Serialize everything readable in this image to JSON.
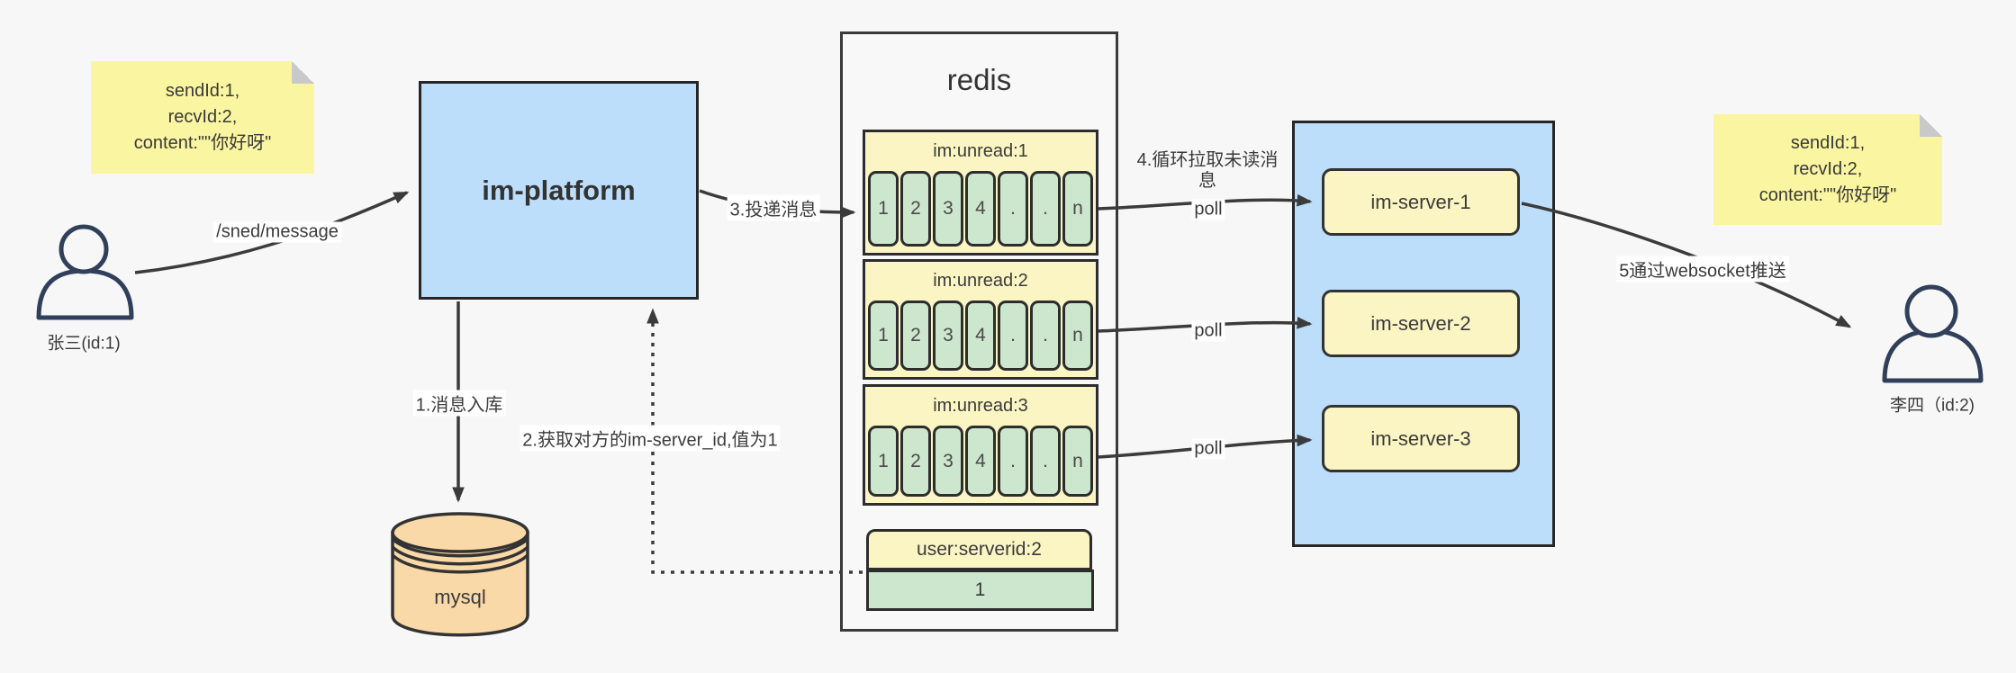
{
  "diagram": {
    "notes": {
      "left": {
        "lines": [
          "sendId:1,",
          "recvId:2,",
          "content:\"\"你好呀\""
        ]
      },
      "right": {
        "lines": [
          "sendId:1,",
          "recvId:2,",
          "content:\"\"你好呀\""
        ]
      }
    },
    "actors": {
      "sender": {
        "label": "张三(id:1)"
      },
      "receiver": {
        "label": "李四（id:2)"
      }
    },
    "platform": {
      "label": "im-platform"
    },
    "mysql": {
      "label": "mysql"
    },
    "redis": {
      "title": "redis",
      "queues": [
        {
          "header": "im:unread:1",
          "cells": [
            "1",
            "2",
            "3",
            "4",
            ".",
            ".",
            "n"
          ]
        },
        {
          "header": "im:unread:2",
          "cells": [
            "1",
            "2",
            "3",
            "4",
            ".",
            ".",
            "n"
          ]
        },
        {
          "header": "im:unread:3",
          "cells": [
            "1",
            "2",
            "3",
            "4",
            ".",
            ".",
            "n"
          ]
        }
      ],
      "kv": {
        "header": "user:serverid:2",
        "value": "1"
      }
    },
    "server_group": {
      "servers": [
        {
          "label": "im-server-1"
        },
        {
          "label": "im-server-2"
        },
        {
          "label": "im-server-3"
        }
      ]
    },
    "edges": {
      "send": "/sned/message",
      "step1": "1.消息入库",
      "step2": "2.获取对方的im-server_id,值为1",
      "step3": "3.投递消息",
      "step4": "4.循环拉取未读消息",
      "poll1": "poll",
      "poll2": "poll",
      "poll3": "poll",
      "step5": "5通过websocket推送"
    },
    "colors": {
      "sticky_yellow": "#faf5a0",
      "box_yellow": "#fbf5c4",
      "cell_green": "#cde6ce",
      "blue": "#bcdefa",
      "mysql_orange": "#fad9a8",
      "arrow": "#3b3b3b"
    }
  }
}
